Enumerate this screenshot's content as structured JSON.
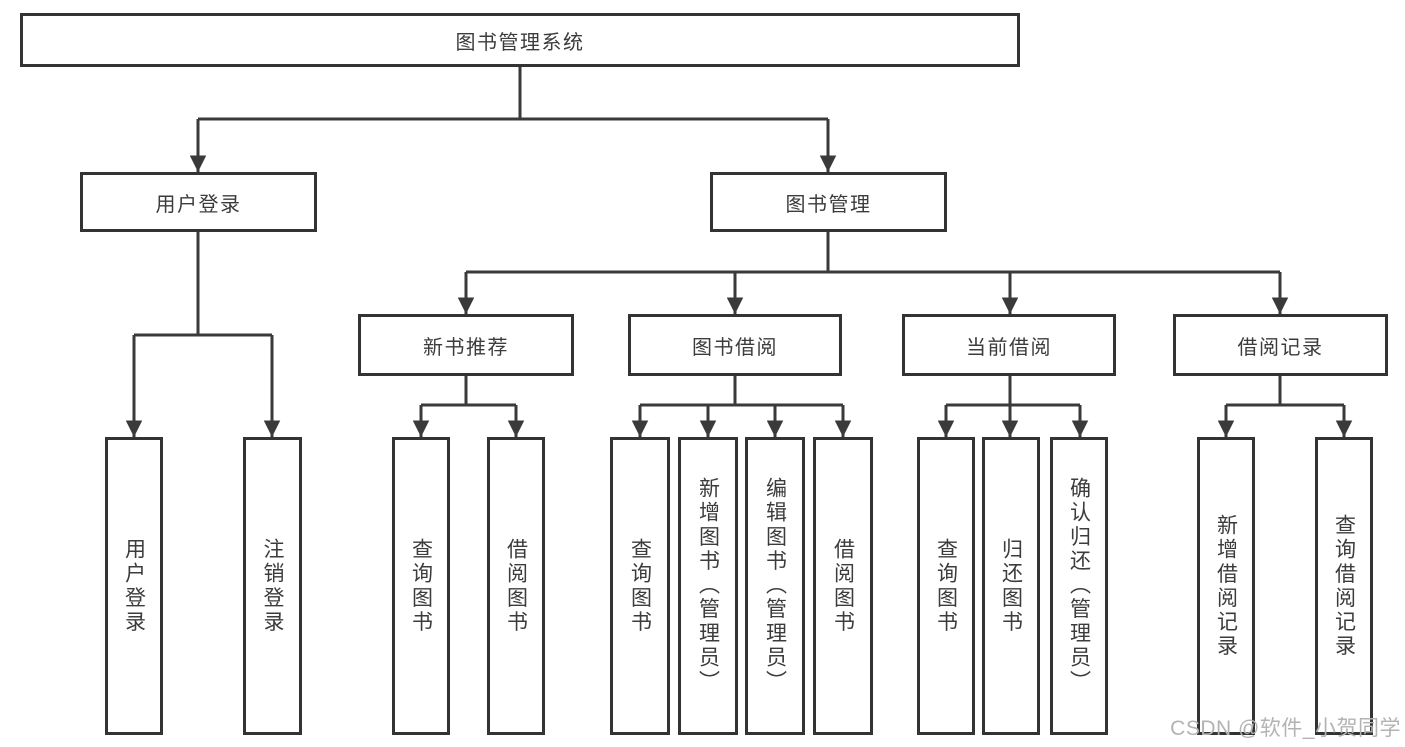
{
  "tree": {
    "root": {
      "label": "图书管理系统"
    },
    "branches": [
      {
        "label": "用户登录",
        "children": [
          {
            "label": "用户登录"
          },
          {
            "label": "注销登录"
          }
        ]
      },
      {
        "label": "图书管理",
        "groups": [
          {
            "label": "新书推荐",
            "children": [
              {
                "label": "查询图书"
              },
              {
                "label": "借阅图书"
              }
            ]
          },
          {
            "label": "图书借阅",
            "children": [
              {
                "label": "查询图书"
              },
              {
                "label": "新增图书（管理员）"
              },
              {
                "label": "编辑图书（管理员）"
              },
              {
                "label": "借阅图书"
              }
            ]
          },
          {
            "label": "当前借阅",
            "children": [
              {
                "label": "查询图书"
              },
              {
                "label": "归还图书"
              },
              {
                "label": "确认归还（管理员）"
              }
            ]
          },
          {
            "label": "借阅记录",
            "children": [
              {
                "label": "新增借阅记录"
              },
              {
                "label": "查询借阅记录"
              }
            ]
          }
        ]
      }
    ]
  },
  "watermark": {
    "text": "CSDN @软件_小贺同学",
    "color": "#b3b3b3"
  },
  "colors": {
    "line": "#3a3a3a",
    "box_border": "#333333",
    "box_fill": "#ffffff",
    "text": "#3c3c3c",
    "background": "#ffffff"
  }
}
